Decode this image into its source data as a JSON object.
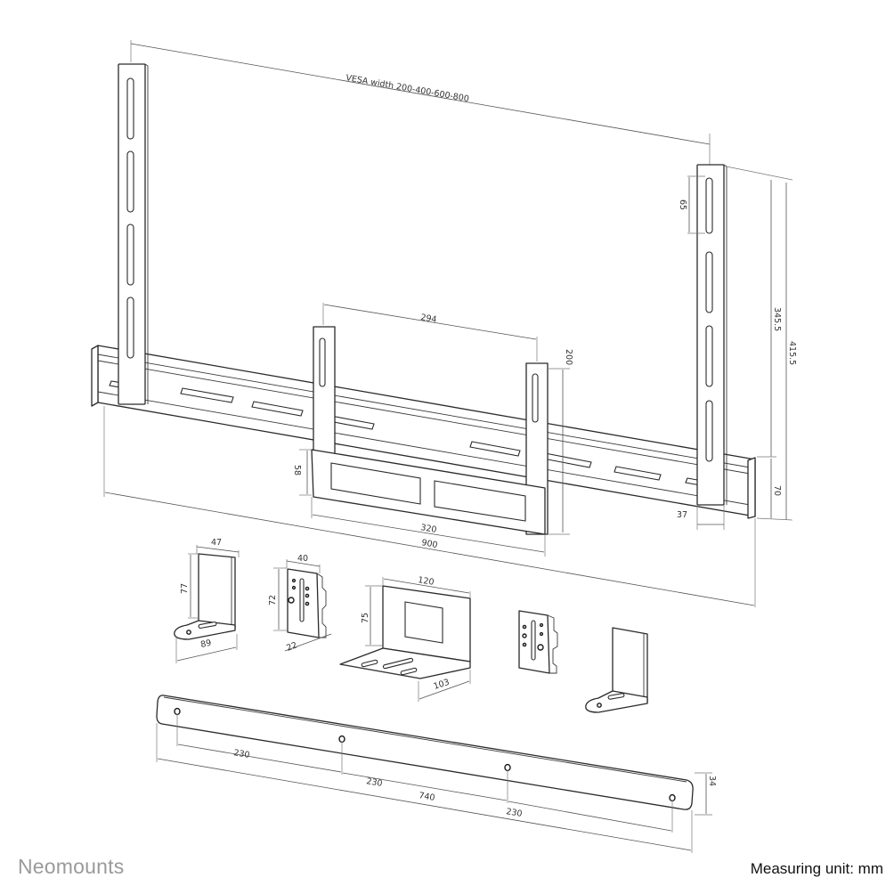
{
  "diagram": {
    "type": "technical-dimension-drawing",
    "subject": "Soundbar / video bar mounting bracket kit",
    "line_color": "#2a2a2a",
    "dimension_color": "#555555",
    "background": "#ffffff"
  },
  "labels": {
    "vesa_width": "VESA width 200-400-600-800",
    "upright_slot_pitch": "65",
    "upright_height_to_rail": "345.5",
    "overall_height": "415.5",
    "rail_height": "70",
    "upright_width": "37",
    "center_upright_spacing": "294",
    "center_upright_height": "200",
    "tray_height": "58",
    "tray_width": "320",
    "rail_length": "900",
    "l_bracket_width": "47",
    "l_bracket_height": "77",
    "l_bracket_depth": "89",
    "clip_bracket_width": "40",
    "clip_bracket_height": "72",
    "clip_bracket_depth": "22",
    "shelf_bracket_width": "120",
    "shelf_bracket_height": "75",
    "shelf_bracket_depth": "103",
    "flat_bar_hole_spacing_1": "230",
    "flat_bar_hole_spacing_2": "230",
    "flat_bar_hole_spacing_3": "230",
    "flat_bar_length": "740",
    "flat_bar_height": "34"
  },
  "footer": {
    "brand": "Neomounts",
    "measuring_unit": "Measuring unit: mm"
  }
}
